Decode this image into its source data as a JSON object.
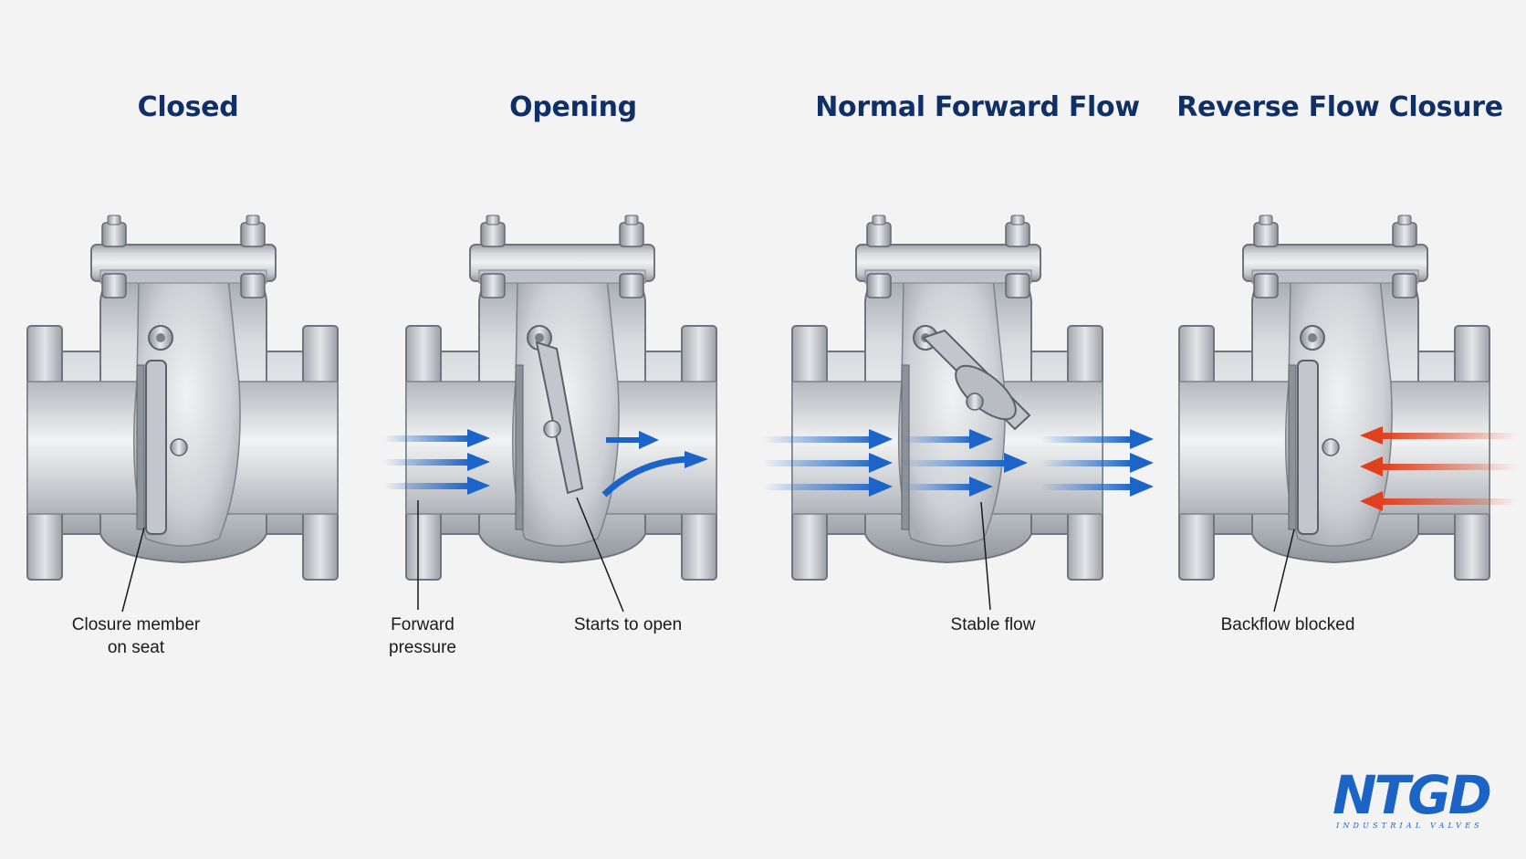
{
  "stages": [
    {
      "title": "Closed",
      "label_lines": [
        "Closure member",
        "on seat"
      ]
    },
    {
      "title": "Opening",
      "labels": [
        {
          "lines": [
            "Forward",
            "pressure"
          ]
        },
        {
          "lines": [
            "Starts to open"
          ]
        }
      ]
    },
    {
      "title": "Normal Forward Flow",
      "label_lines": [
        "Stable flow"
      ]
    },
    {
      "title": "Reverse Flow Closure",
      "label_lines": [
        "Backflow blocked"
      ]
    }
  ],
  "flow_colors": {
    "forward": "#1c64c8",
    "reverse": "#e0401e"
  },
  "logo": {
    "text": "NTGD",
    "subtitle": "INDUSTRIAL VALVES",
    "color": "#1b63c4",
    "accent": "#e53a2a"
  }
}
